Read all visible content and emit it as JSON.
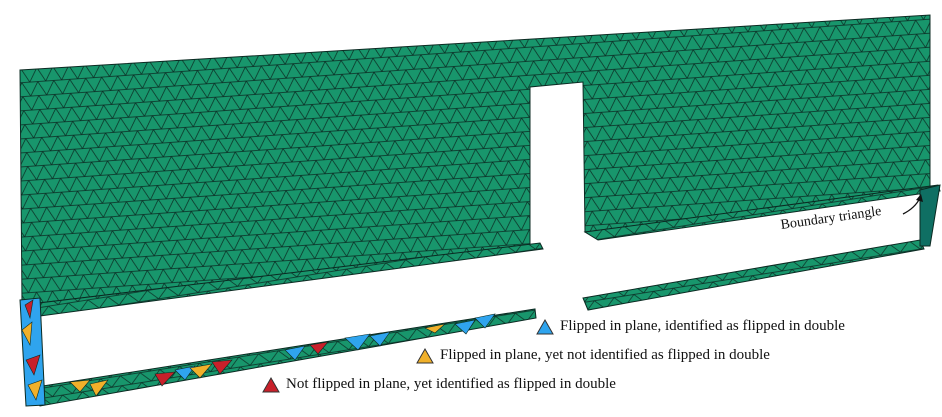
{
  "colors": {
    "mesh_fill": "#18966c",
    "mesh_dark": "#0f6f63",
    "mesh_line": "#0b2a22",
    "flipped_identified": "#2fa4ee",
    "flipped_not_identified": "#f0b02a",
    "not_flipped_identified": "#c8202a"
  },
  "annotation": {
    "label": "Boundary triangle"
  },
  "legend": [
    {
      "label": "Flipped in plane, identified as flipped in double",
      "color_key": "flipped_identified"
    },
    {
      "label": "Flipped in plane, yet not identified as flipped in double",
      "color_key": "flipped_not_identified"
    },
    {
      "label": "Not flipped in plane, yet identified as flipped in double",
      "color_key": "not_flipped_identified"
    }
  ]
}
